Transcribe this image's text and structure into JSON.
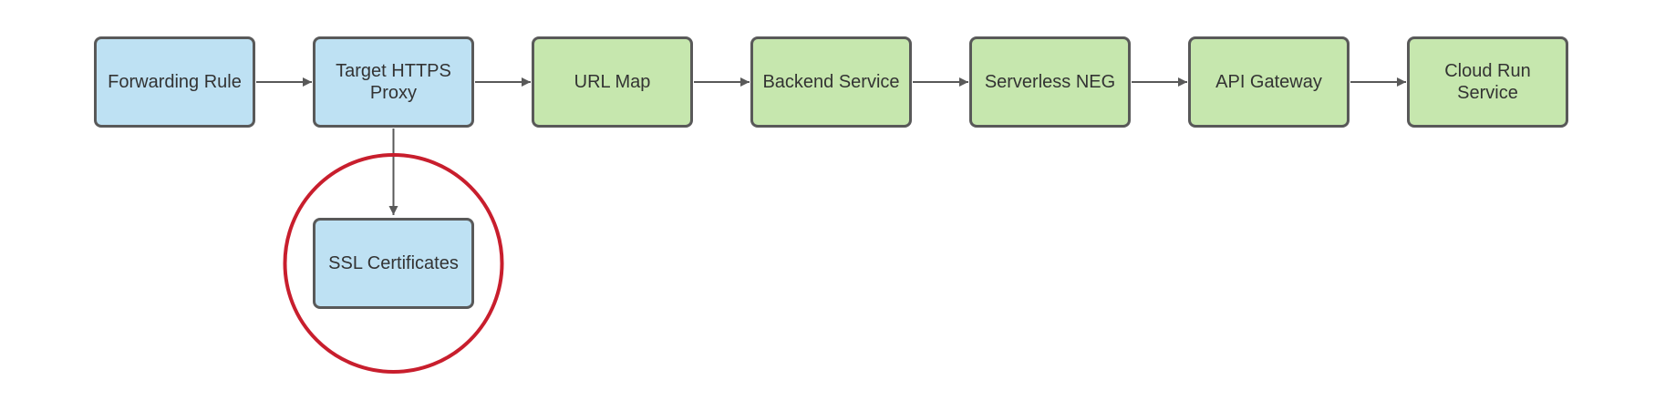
{
  "diagram": {
    "colors": {
      "background": "#ffffff",
      "node_blue": "#bee1f3",
      "node_green": "#c6e7ae",
      "stroke": "#595959",
      "text": "#333333",
      "highlight_red": "#c81e2d"
    },
    "nodes": [
      {
        "id": "forwarding-rule",
        "label": "Forwarding Rule",
        "fill": "blue"
      },
      {
        "id": "target-https-proxy",
        "label": "Target HTTPS\nProxy",
        "fill": "blue"
      },
      {
        "id": "url-map",
        "label": "URL Map",
        "fill": "green"
      },
      {
        "id": "backend-service",
        "label": "Backend Service",
        "fill": "green"
      },
      {
        "id": "serverless-neg",
        "label": "Serverless NEG",
        "fill": "green"
      },
      {
        "id": "api-gateway",
        "label": "API Gateway",
        "fill": "green"
      },
      {
        "id": "cloud-run-service",
        "label": "Cloud Run\nService",
        "fill": "green"
      },
      {
        "id": "ssl-certificates",
        "label": "SSL Certificates",
        "fill": "blue"
      }
    ],
    "edges": [
      {
        "from": "forwarding-rule",
        "to": "target-https-proxy"
      },
      {
        "from": "target-https-proxy",
        "to": "url-map"
      },
      {
        "from": "url-map",
        "to": "backend-service"
      },
      {
        "from": "backend-service",
        "to": "serverless-neg"
      },
      {
        "from": "serverless-neg",
        "to": "api-gateway"
      },
      {
        "from": "api-gateway",
        "to": "cloud-run-service"
      },
      {
        "from": "target-https-proxy",
        "to": "ssl-certificates"
      }
    ],
    "annotations": [
      {
        "type": "circle",
        "around": "ssl-certificates",
        "color": "#c81e2d"
      }
    ]
  }
}
